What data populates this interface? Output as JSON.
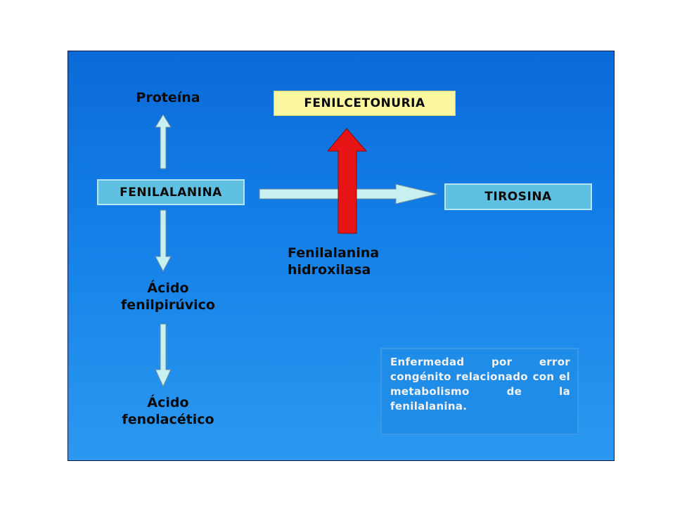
{
  "diagram": {
    "title_box": "FENILCETONURIA",
    "center_node": "FENILALANINA",
    "right_node": "TIROSINA",
    "top_label": "Proteína",
    "mid_label_line1": "Ácido",
    "mid_label_line2": "fenilpirúvico",
    "bottom_label_line1": "Ácido",
    "bottom_label_line2": "fenolacético",
    "enzyme_line1": "Fenilalanina",
    "enzyme_line2": "hidroxilasa",
    "note_text": "Enfermedad por error congénito relacionado con el metabolismo de la fenilalanina."
  },
  "colors": {
    "background_top": "#0b6ad9",
    "background_bottom": "#2b99f0",
    "node_fill": "#5fc0e2",
    "title_fill": "#fbf7a0",
    "pathway_arrow": "#c9f0f0",
    "block_arrow": "#e61414"
  }
}
